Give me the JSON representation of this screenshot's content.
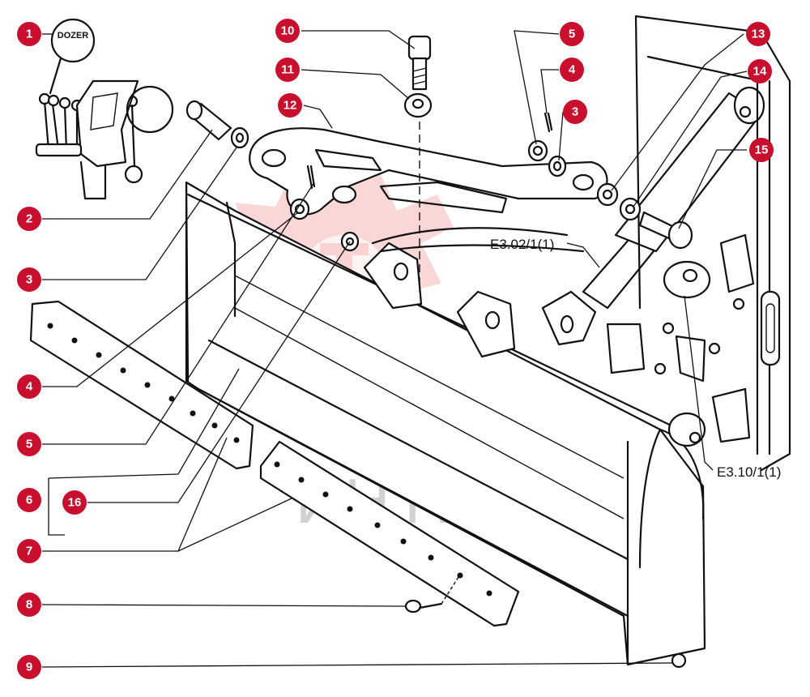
{
  "dozer_label": "DOZER",
  "reference_labels": {
    "e302": "E3.02/1(1)",
    "e310": "E3.10/1(1)"
  },
  "watermark": "ИНТЕХ",
  "callouts": {
    "c1": "1",
    "c2": "2",
    "c3a": "3",
    "c3b": "3",
    "c4a": "4",
    "c4b": "4",
    "c5a": "5",
    "c5b": "5",
    "c6": "6",
    "c7": "7",
    "c8": "8",
    "c9": "9",
    "c10": "10",
    "c11": "11",
    "c12": "12",
    "c13": "13",
    "c14": "14",
    "c15": "15",
    "c16": "16"
  },
  "colors": {
    "callout": "#c8102e",
    "watermark": "#f6b7b7",
    "ink": "#111111"
  }
}
